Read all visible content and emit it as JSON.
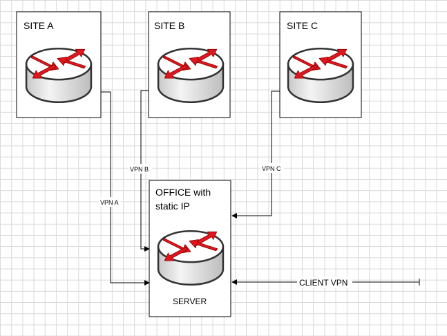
{
  "nodes": {
    "site_a": {
      "title": "SITE A"
    },
    "site_b": {
      "title": "SITE B"
    },
    "site_c": {
      "title": "SITE C"
    },
    "office": {
      "title_line1": "OFFICE with",
      "title_line2": "static IP",
      "device_label": "SERVER"
    }
  },
  "connections": {
    "vpn_a": "VPN A",
    "vpn_b": "VPN B",
    "vpn_c": "VPN C",
    "client_vpn": "CLIENT VPN"
  },
  "colors": {
    "box_border": "#000000",
    "box_fill": "#ffffff",
    "router_body": "#ebebeb",
    "router_top": "#ffffff",
    "router_outline": "#333333",
    "arrow": "#e0161e",
    "arrow_outline": "#8b0000",
    "line": "#000000"
  },
  "icons": [
    "router-icon"
  ]
}
